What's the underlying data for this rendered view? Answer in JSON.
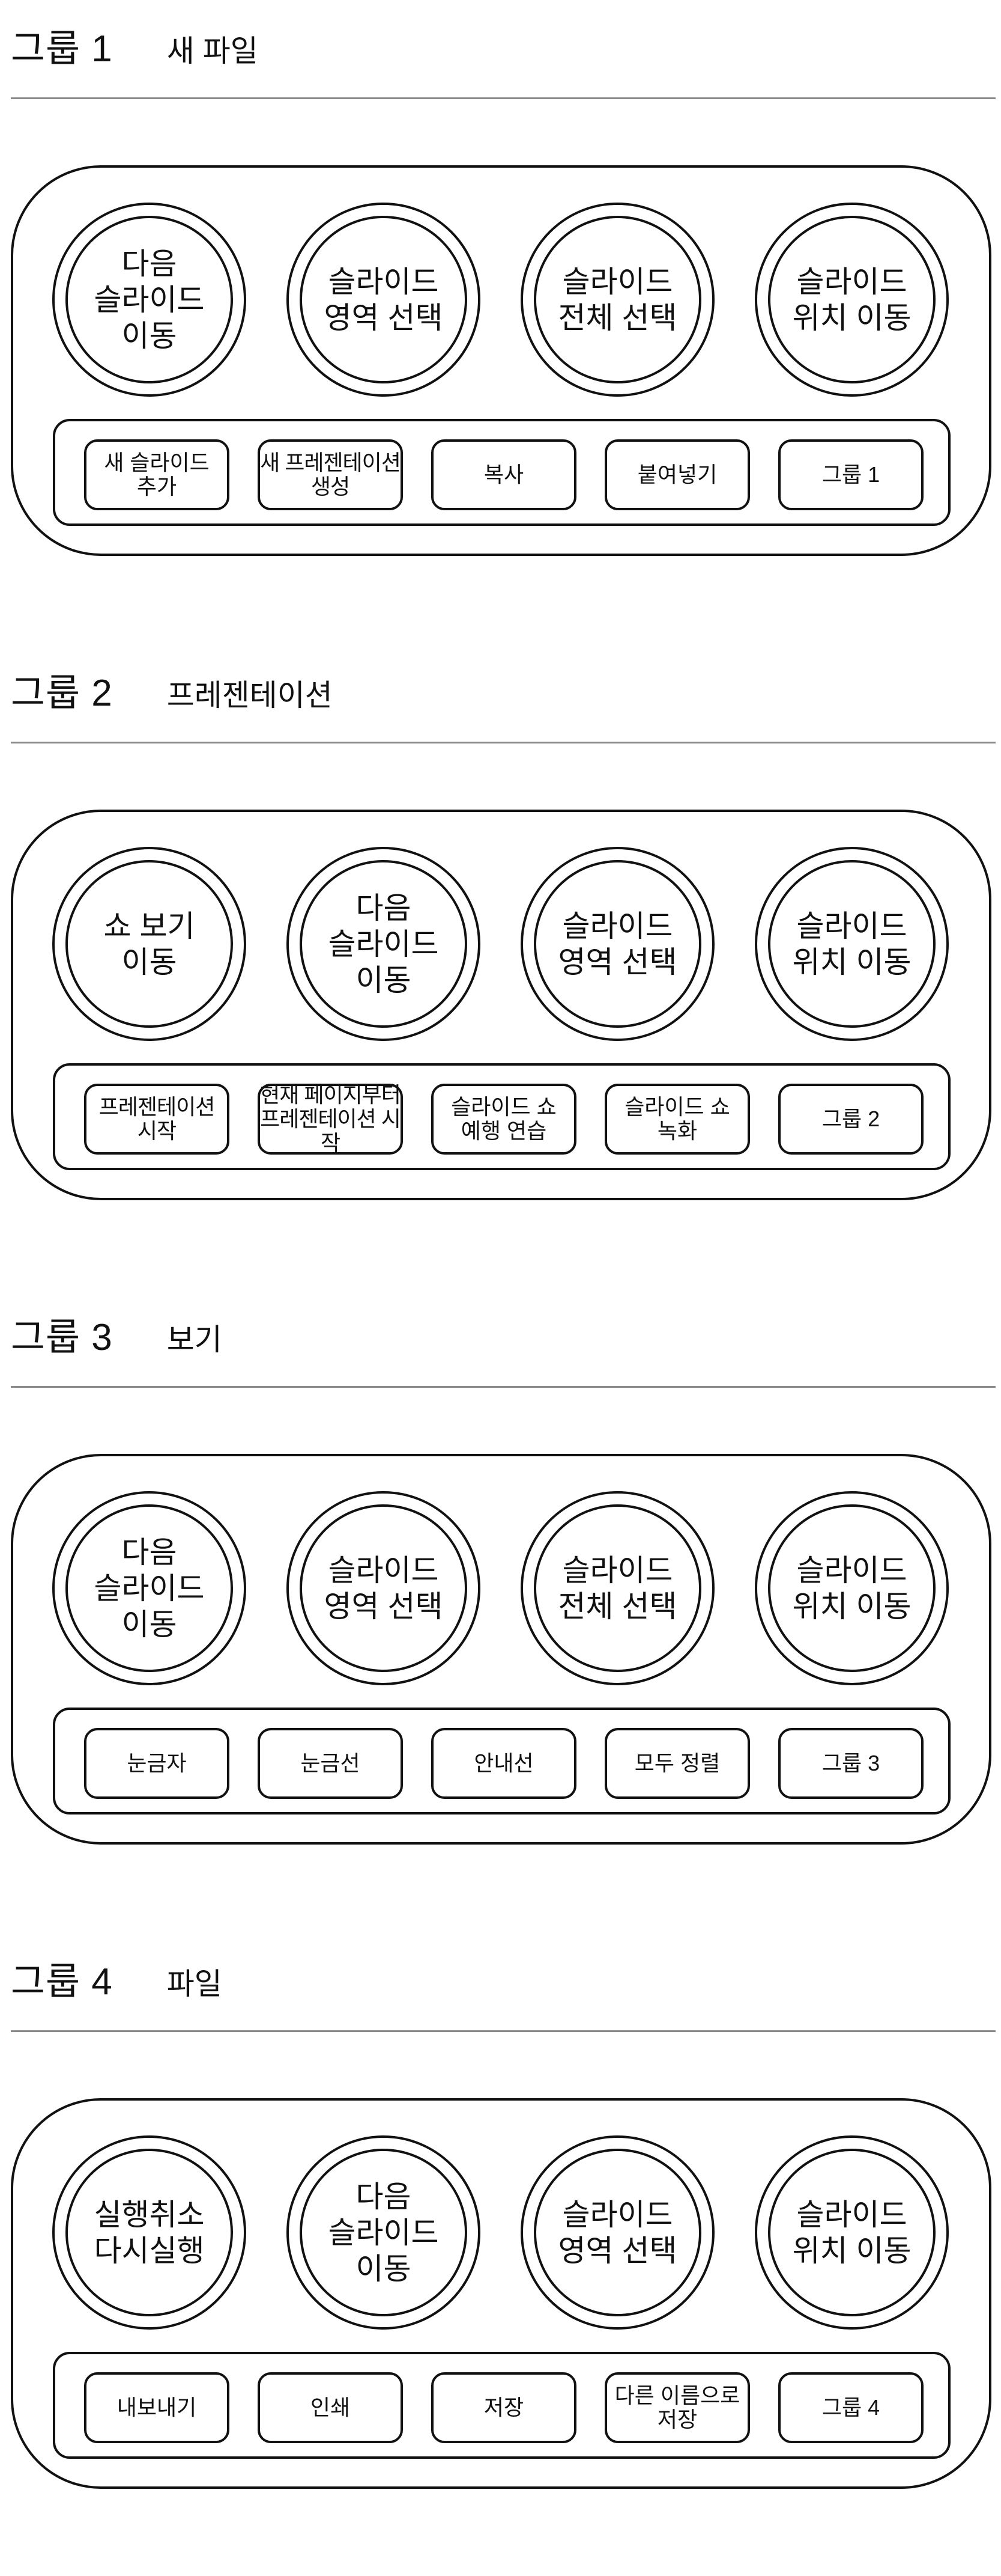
{
  "groups": [
    {
      "label": "그룹 1",
      "subtitle": "새 파일",
      "circles": [
        "다음\n슬라이드\n이동",
        "슬라이드\n영역 선택",
        "슬라이드\n전체 선택",
        "슬라이드\n위치 이동"
      ],
      "buttons": [
        "새 슬라이드\n추가",
        "새 프레젠테이션\n생성",
        "복사",
        "붙여넣기",
        "그룹 1"
      ]
    },
    {
      "label": "그룹 2",
      "subtitle": "프레젠테이션",
      "circles": [
        "쇼 보기\n이동",
        "다음\n슬라이드\n이동",
        "슬라이드\n영역 선택",
        "슬라이드\n위치 이동"
      ],
      "buttons": [
        "프레젠테이션\n시작",
        "현재 페이지부터\n프레젠테이션 시작",
        "슬라이드 쇼\n예행 연습",
        "슬라이드 쇼\n녹화",
        "그룹 2"
      ]
    },
    {
      "label": "그룹 3",
      "subtitle": "보기",
      "circles": [
        "다음\n슬라이드\n이동",
        "슬라이드\n영역 선택",
        "슬라이드\n전체 선택",
        "슬라이드\n위치 이동"
      ],
      "buttons": [
        "눈금자",
        "눈금선",
        "안내선",
        "모두 정렬",
        "그룹 3"
      ]
    },
    {
      "label": "그룹 4",
      "subtitle": "파일",
      "circles": [
        "실행취소\n다시실행",
        "다음\n슬라이드\n이동",
        "슬라이드\n영역 선택",
        "슬라이드\n위치 이동"
      ],
      "buttons": [
        "내보내기",
        "인쇄",
        "저장",
        "다른 이름으로\n저장",
        "그룹 4"
      ]
    }
  ]
}
